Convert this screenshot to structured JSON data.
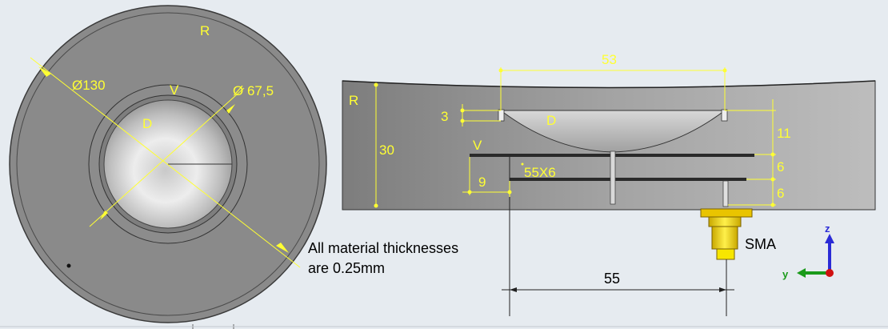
{
  "colors": {
    "background": "#e6ebf0",
    "body": "#8f8f8f",
    "body_dark": "#6b6b6b",
    "dimension": "#ffff33",
    "connector": "#f0d020",
    "axis_z": "#2b2bd6",
    "axis_y": "#1a9a1a",
    "axis_x": "#d01010"
  },
  "top_view": {
    "label_r": "R",
    "label_v": "V",
    "label_d": "D",
    "dim_outer": "Ø130",
    "dim_inner": "Ø 67,5"
  },
  "note": {
    "line1": "All material thicknesses",
    "line2": "are 0.25mm"
  },
  "side_view": {
    "label_r": "R",
    "label_v": "V",
    "label_d": "D",
    "label_sma": "SMA",
    "dims": {
      "width_53": "53",
      "height_30": "30",
      "depth_3": "3",
      "gap_11": "11",
      "gap_6a": "6",
      "gap_6b": "6",
      "plate_9": "9",
      "slot": "55X6",
      "width_55": "55"
    }
  },
  "axes": {
    "z": "z",
    "y": "y"
  }
}
